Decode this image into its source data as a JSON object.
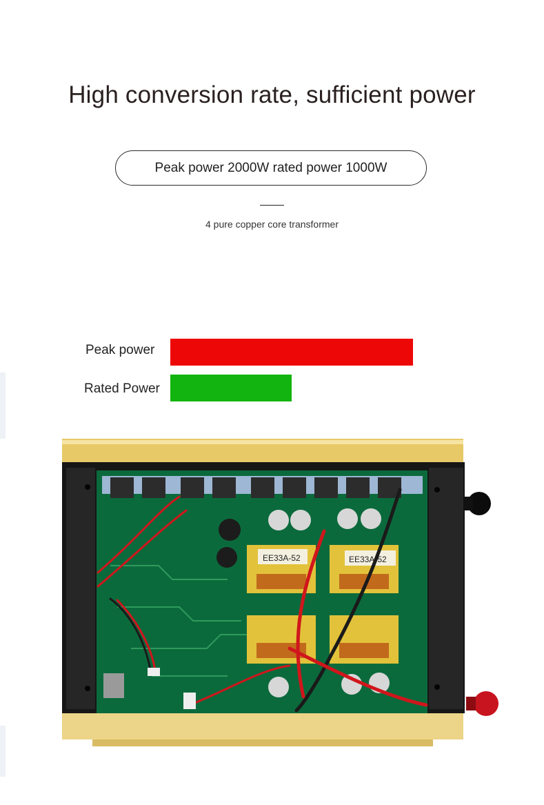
{
  "headline": "High conversion rate, sufficient power",
  "spec_pill": "Peak power 2000W rated power 1000W",
  "subline": "4 pure copper core transformer",
  "comparison": {
    "peak": {
      "label": "Peak power",
      "color": "#ee0707",
      "value_w": 2000
    },
    "rated": {
      "label": "Rated Power",
      "color": "#12b40f",
      "value_w": 1000
    }
  },
  "transformers": {
    "label_a": "EE33A-52",
    "label_b": "EE33A-52"
  },
  "colors": {
    "pcb": "#0b6a3c",
    "case_gold": "#e6c865",
    "heatsink": "#1b1b1b",
    "terminal_red": "#c8141e"
  }
}
